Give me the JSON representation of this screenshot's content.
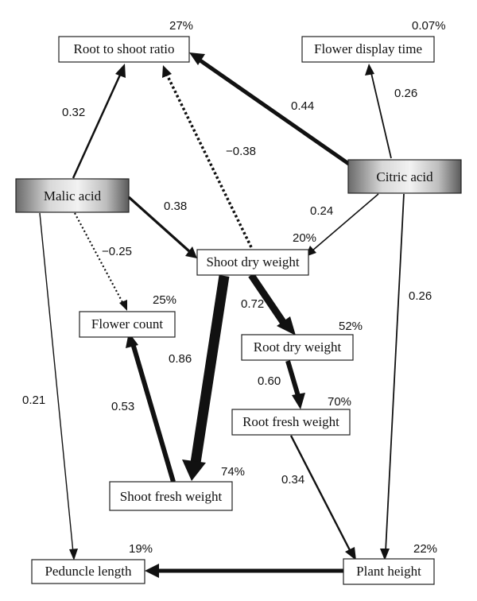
{
  "nodes": {
    "root_to_shoot": "Root to shoot ratio",
    "flower_display": "Flower display time",
    "malic_acid": "Malic acid",
    "citric_acid": "Citric acid",
    "shoot_dry": "Shoot dry weight",
    "flower_count": "Flower count",
    "root_dry": "Root dry weight",
    "root_fresh": "Root fresh weight",
    "shoot_fresh": "Shoot fresh weight",
    "peduncle": "Peduncle length",
    "plant_height": "Plant height"
  },
  "r_squared": {
    "root_to_shoot": "27%",
    "flower_display": "0.07%",
    "shoot_dry": "20%",
    "flower_count": "25%",
    "root_dry": "52%",
    "root_fresh": "70%",
    "shoot_fresh": "74%",
    "peduncle": "19%",
    "plant_height": "22%"
  },
  "paths": {
    "malic_to_root_to_shoot": "0.32",
    "citric_to_root_to_shoot": "0.44",
    "citric_to_flower_display": "0.26",
    "shoot_dry_to_root_to_shoot": "−0.38",
    "malic_to_shoot_dry": "0.38",
    "citric_to_shoot_dry": "0.24",
    "malic_to_flower_count": "−0.25",
    "shoot_dry_to_root_dry": "0.72",
    "citric_to_plant_height": "0.26",
    "shoot_dry_to_shoot_fresh": "0.86",
    "shoot_fresh_to_flower_count": "0.53",
    "malic_to_peduncle": "0.21",
    "root_dry_to_root_fresh": "0.60",
    "root_fresh_to_plant_height": "0.34"
  }
}
